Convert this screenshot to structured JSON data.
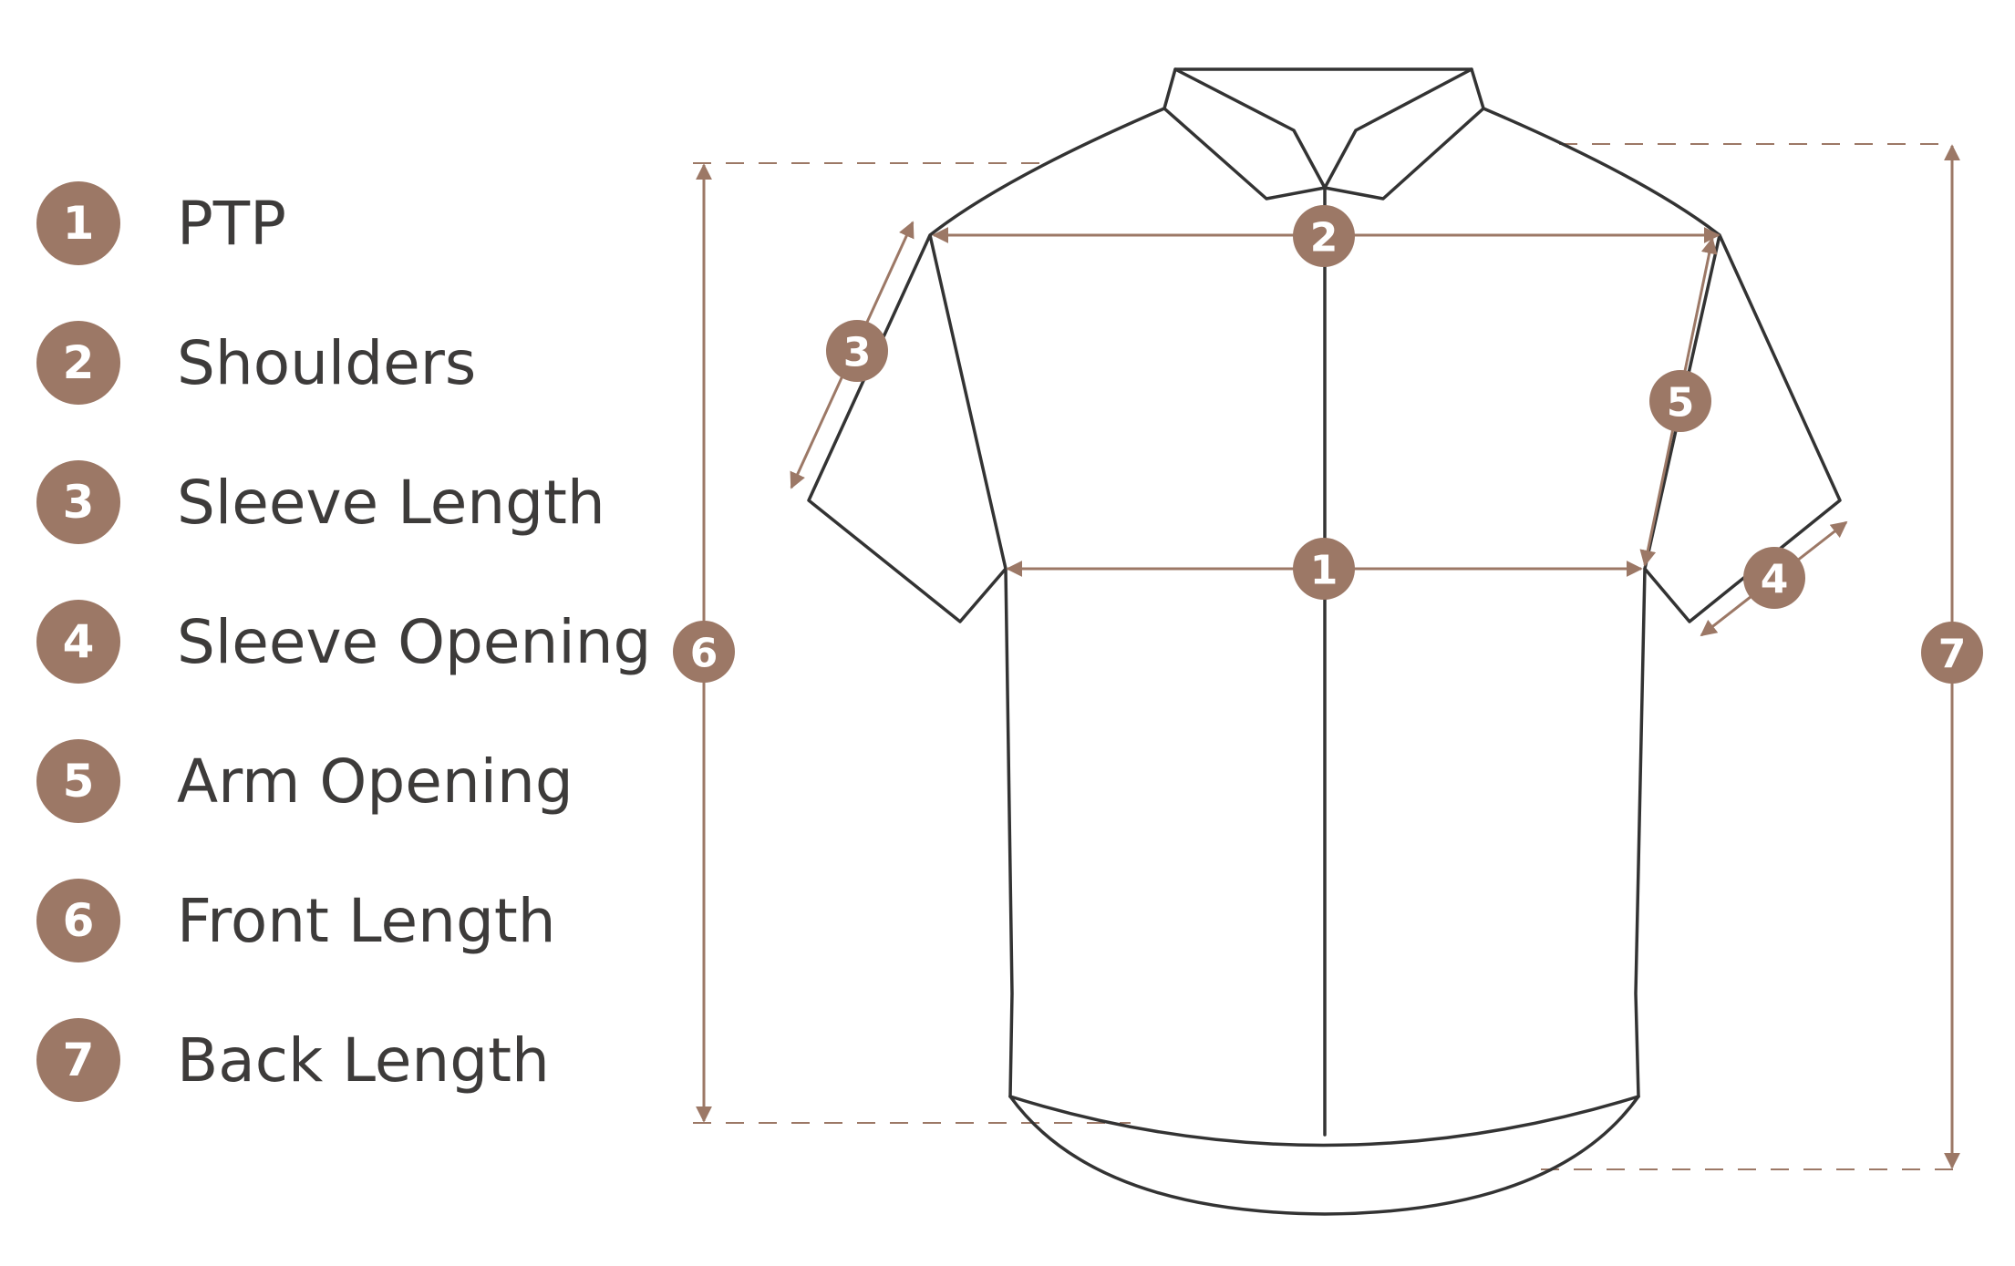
{
  "accent_color": "#9c7866",
  "outline_color": "#333333",
  "legend": [
    {
      "number": "1",
      "label": "PTP"
    },
    {
      "number": "2",
      "label": "Shoulders"
    },
    {
      "number": "3",
      "label": "Sleeve Length"
    },
    {
      "number": "4",
      "label": "Sleeve Opening"
    },
    {
      "number": "5",
      "label": "Arm Opening"
    },
    {
      "number": "6",
      "label": "Front Length"
    },
    {
      "number": "7",
      "label": "Back Length"
    }
  ],
  "markers": [
    "1",
    "2",
    "3",
    "4",
    "5",
    "6",
    "7"
  ],
  "illustration": "shirt-outline"
}
